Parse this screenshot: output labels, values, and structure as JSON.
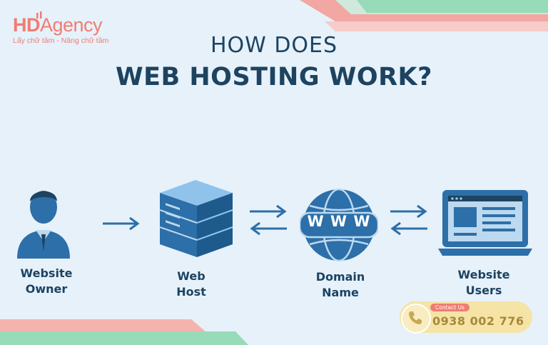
{
  "logo": {
    "name_hd": "HD",
    "name_rest": "Agency",
    "tagline": "Lấy chữ tâm - Nâng chữ tầm"
  },
  "title": {
    "line1": "HOW DOES",
    "line2": "WEB HOSTING WORK?"
  },
  "flow": {
    "owner_line1": "Website",
    "owner_line2": "Owner",
    "host_line1": "Web",
    "host_line2": "Host",
    "domain_line1": "Domain",
    "domain_line2": "Name",
    "users_line1": "Website",
    "users_line2": "Users",
    "globe_text": "W W W"
  },
  "contact": {
    "tag": "Contact Us",
    "phone": "0938 002 776"
  },
  "colors": {
    "navy": "#1d4360",
    "icon_blue": "#2d6fa8",
    "icon_light": "#8fc3eb",
    "coral": "#f07d72",
    "mint": "#8fd7b6",
    "background": "#e6f1fa"
  }
}
